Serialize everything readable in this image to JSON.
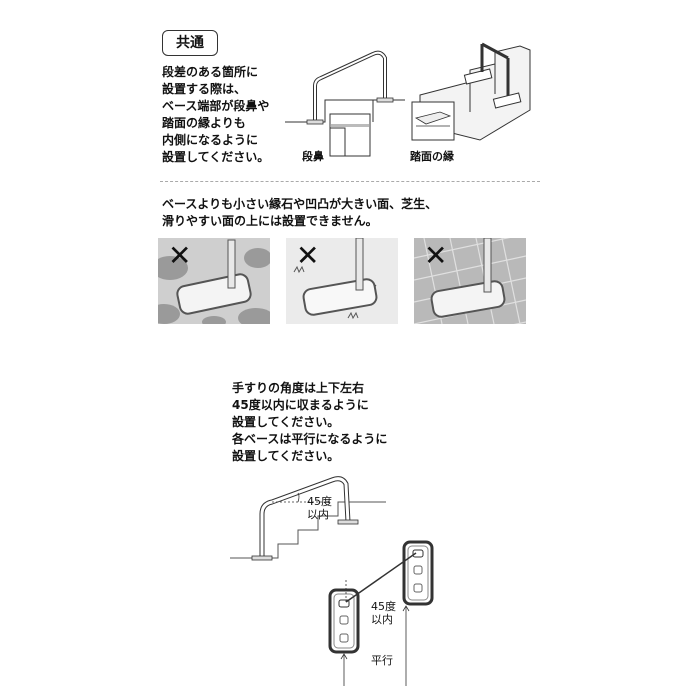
{
  "section_tag": "共通",
  "block1": {
    "lines": [
      "段差のある箇所に",
      "設置する際は、",
      "ベース端部が段鼻や",
      "踏面の縁よりも",
      "内側になるように",
      "設置してください。"
    ],
    "label_left": "段鼻",
    "label_right": "踏面の縁"
  },
  "block2": {
    "lines": [
      "ベースよりも小さい縁石や凹凸が大きい面、芝生、",
      "滑りやすい面の上には設置できません。"
    ],
    "panels": [
      {
        "mark": "✕",
        "surface": "stones"
      },
      {
        "mark": "✕",
        "surface": "grass"
      },
      {
        "mark": "✕",
        "surface": "tiles"
      }
    ]
  },
  "block3": {
    "lines": [
      "手すりの角度は上下左右",
      "45度以内に収まるように",
      "設置してください。",
      "各ベースは平行になるように",
      "設置してください。"
    ],
    "angle_label_1": [
      "45度",
      "以内"
    ],
    "angle_label_2": [
      "45度",
      "以内"
    ],
    "parallel_label": "平行"
  }
}
